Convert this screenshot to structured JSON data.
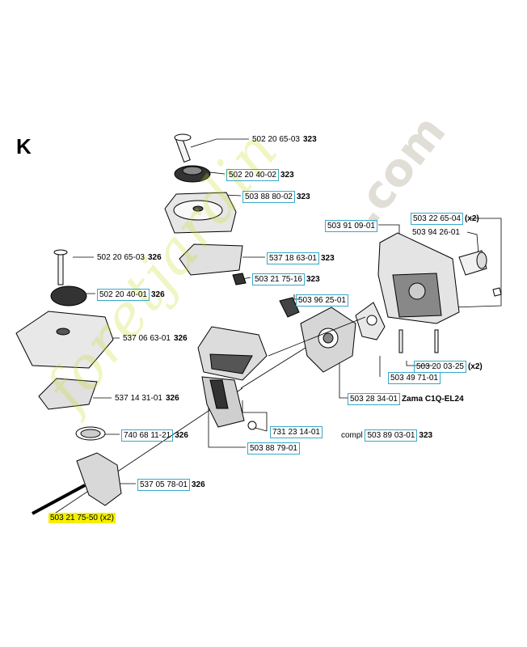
{
  "section_letter": "K",
  "watermark": {
    "name": "foretjardin",
    "tld": ".com"
  },
  "callouts": [
    {
      "id": "c1",
      "part": "502 20 65-03",
      "suffix": "323",
      "boxed": false,
      "hl": false
    },
    {
      "id": "c2",
      "part": "502 20 40-02",
      "suffix": "323",
      "boxed": true,
      "hl": false
    },
    {
      "id": "c3",
      "part": "503 88 80-02",
      "suffix": "323",
      "boxed": true,
      "hl": false
    },
    {
      "id": "c4",
      "part": "537 18 63-01",
      "suffix": "323",
      "boxed": true,
      "hl": false
    },
    {
      "id": "c5",
      "part": "503 21 75-16",
      "suffix": "323",
      "boxed": true,
      "hl": false
    },
    {
      "id": "c6",
      "part": "502 20 65-03",
      "suffix": "326",
      "boxed": false,
      "hl": false
    },
    {
      "id": "c7",
      "part": "502 20 40-01",
      "suffix": "326",
      "boxed": true,
      "hl": false
    },
    {
      "id": "c8",
      "part": "537 06 63-01",
      "suffix": "326",
      "boxed": false,
      "hl": false
    },
    {
      "id": "c9",
      "part": "537 14 31-01",
      "suffix": "326",
      "boxed": false,
      "hl": false
    },
    {
      "id": "c10",
      "part": "740 68 11-21",
      "suffix": "326",
      "boxed": true,
      "hl": false
    },
    {
      "id": "c11",
      "part": "537 05 78-01",
      "suffix": "326",
      "boxed": true,
      "hl": false
    },
    {
      "id": "c12",
      "part": "503 21 75-50 (x2)",
      "suffix": "",
      "boxed": false,
      "hl": true
    },
    {
      "id": "c13",
      "part": "503 91 09-01",
      "suffix": "",
      "boxed": true,
      "hl": false
    },
    {
      "id": "c14",
      "part": "503 22 65-04",
      "suffix": "(x2)",
      "boxed": true,
      "hl": false
    },
    {
      "id": "c15",
      "part": "503 94 26-01",
      "suffix": "",
      "boxed": false,
      "hl": false
    },
    {
      "id": "c16",
      "part": "503 96 25-01",
      "suffix": "",
      "boxed": true,
      "hl": false
    },
    {
      "id": "c17",
      "part": "503 20 03-25",
      "suffix": "(x2)",
      "boxed": true,
      "hl": false
    },
    {
      "id": "c18",
      "part": "503 49 71-01",
      "suffix": "",
      "boxed": true,
      "hl": false
    },
    {
      "id": "c19",
      "part": "503 28 34-01",
      "suffix": "Zama C1Q-EL24",
      "boxed": true,
      "hl": false
    },
    {
      "id": "c20",
      "part": "731 23 14-01",
      "suffix": "",
      "boxed": true,
      "hl": false
    },
    {
      "id": "c21",
      "part": "503 88 79-01",
      "suffix": "",
      "boxed": true,
      "hl": false
    },
    {
      "id": "c22",
      "prefix": "compl",
      "part": "503 89 03-01",
      "suffix": "323",
      "boxed": true,
      "hl": false
    }
  ]
}
